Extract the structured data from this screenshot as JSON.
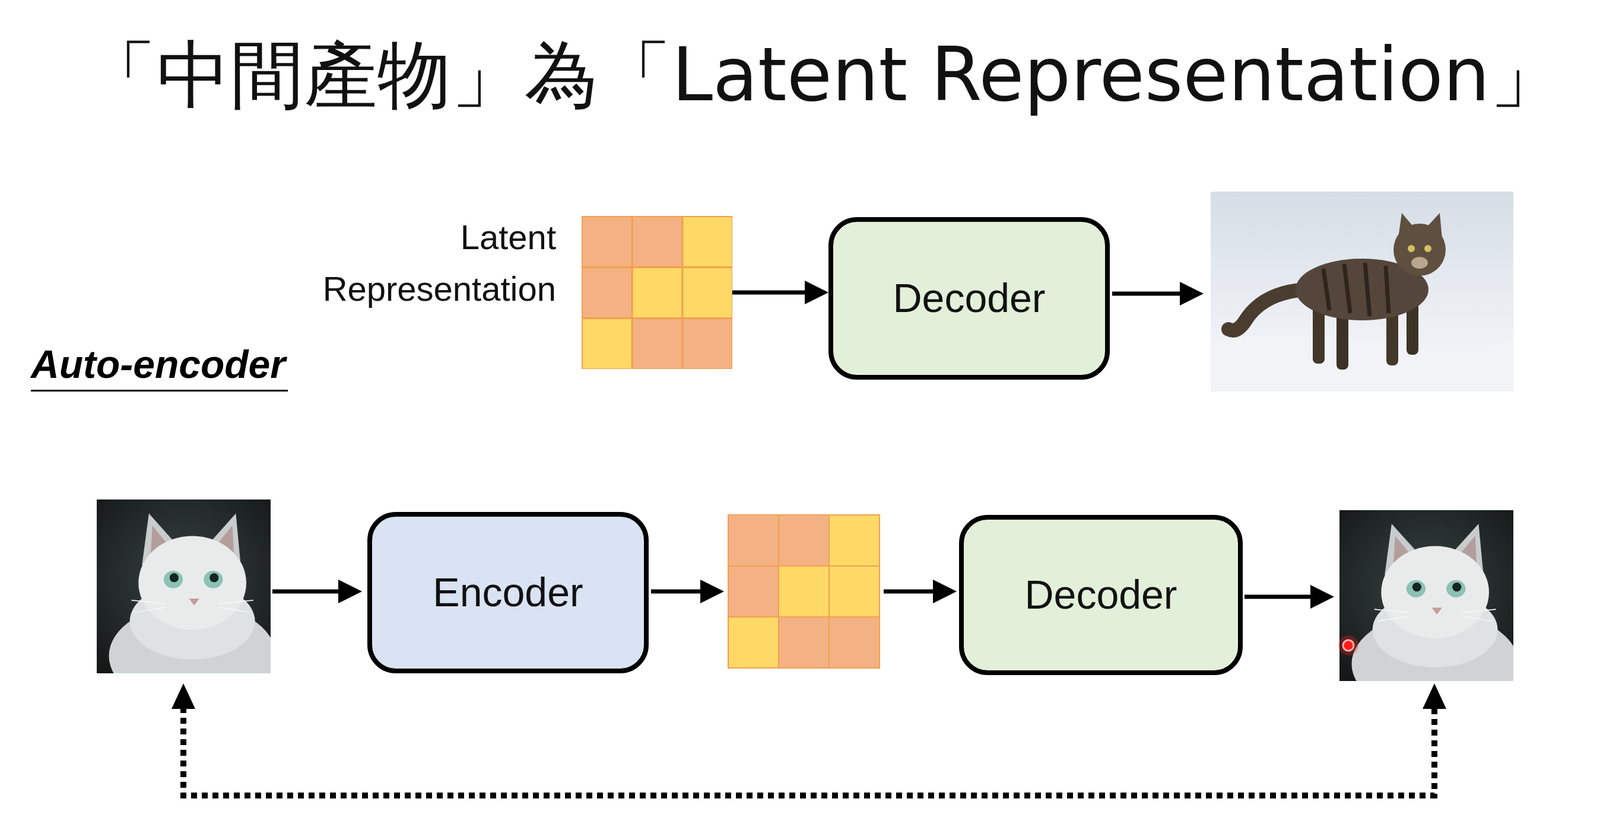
{
  "diagram": {
    "title": "「中間產物」為「Latent Representation」",
    "nodes": [
      {
        "text": [
          "Latent Representation"
        ]
      },
      {
        "text": [
          "Decoder"
        ]
      },
      {
        "text": [
          "Encoder"
        ]
      },
      {
        "text": [
          "Decoder"
        ]
      }
    ],
    "edges": [
      {
        "from": 0,
        "to": 1,
        "arrow": "to"
      }
    ],
    "labels": [
      "Auto-encoder"
    ]
  }
}
